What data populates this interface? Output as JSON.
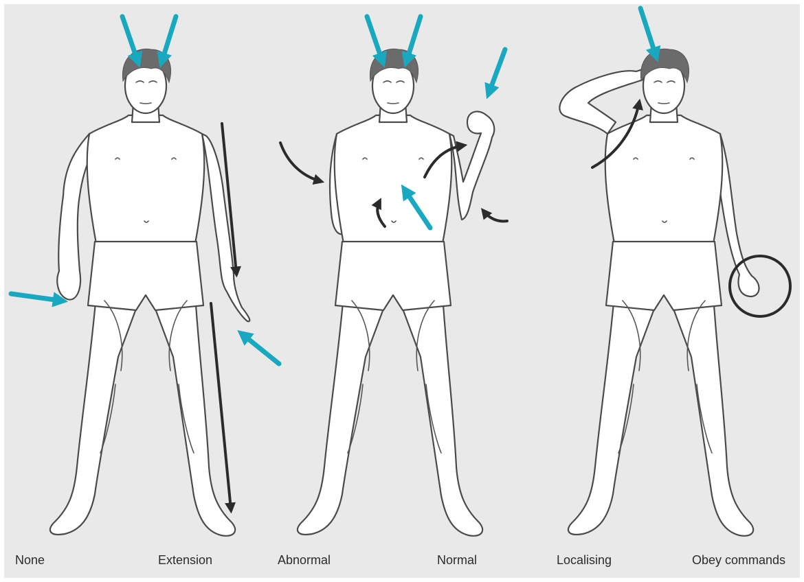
{
  "labels": {
    "none": "None",
    "extension": "Extension",
    "abnormal": "Abnormal",
    "normal": "Normal",
    "localising": "Localising",
    "obey_commands": "Obey commands"
  },
  "colors": {
    "background": "#e9e9e9",
    "stimulus_arrow": "#18a9c1",
    "movement_arrow": "#2b2b2b",
    "outline": "#4a4a4a"
  }
}
